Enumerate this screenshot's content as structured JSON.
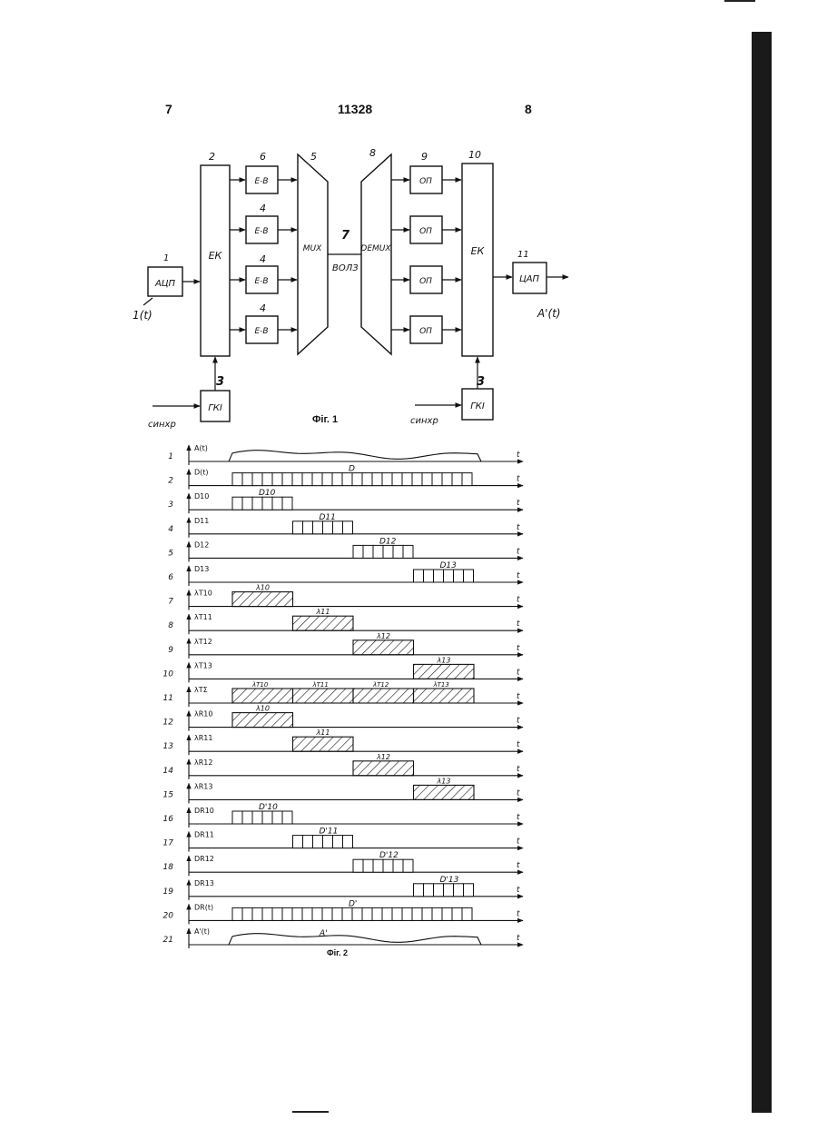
{
  "header": {
    "left_page": "7",
    "patent_no": "11328",
    "right_page": "8"
  },
  "fig1": {
    "caption": "Фіг. 1",
    "input_signal": "1(t)",
    "output_signal": "A'(t)",
    "sync_left": "синхр",
    "sync_right": "синхр",
    "blocks": {
      "adc": {
        "num": "1",
        "label": "АЦП"
      },
      "encoder": {
        "num": "2",
        "label": "ЕК"
      },
      "gki_left": {
        "num": "3",
        "label": "ГКІ"
      },
      "ev": [
        {
          "num": "6",
          "label": "Е-В"
        },
        {
          "num": "4",
          "label": "Е-В"
        },
        {
          "num": "4",
          "label": "Е-В"
        },
        {
          "num": "4",
          "label": "Е-В"
        }
      ],
      "mux": {
        "num": "5",
        "label": "MUX"
      },
      "channel": {
        "num": "7",
        "label": "ВОЛЗ"
      },
      "demux": {
        "num": "8",
        "label": "DEMUX"
      },
      "op": [
        {
          "num": "9",
          "label": "ОП"
        },
        {
          "num": "",
          "label": "ОП"
        },
        {
          "num": "",
          "label": "ОП"
        },
        {
          "num": "",
          "label": "ОП"
        }
      ],
      "decoder": {
        "num": "10",
        "label": "ЕК"
      },
      "dac": {
        "num": "11",
        "label": "ЦАП"
      },
      "gki_right": {
        "num": "3",
        "label": "ГКІ"
      }
    }
  },
  "fig2": {
    "caption": "Фіг. 2",
    "axis_label": "t",
    "rows": [
      {
        "num": "1",
        "label": "A(t)",
        "kind": "wave",
        "mark": ""
      },
      {
        "num": "2",
        "label": "D(t)",
        "kind": "cells",
        "mark": "D"
      },
      {
        "num": "3",
        "label": "D10",
        "kind": "cells",
        "mark": "D10"
      },
      {
        "num": "4",
        "label": "D11",
        "kind": "cells",
        "mark": "D11"
      },
      {
        "num": "5",
        "label": "D12",
        "kind": "cells",
        "mark": "D12"
      },
      {
        "num": "6",
        "label": "D13",
        "kind": "cells",
        "mark": "D13"
      },
      {
        "num": "7",
        "label": "λT10",
        "kind": "hatch",
        "mark": "λ10"
      },
      {
        "num": "8",
        "label": "λT11",
        "kind": "hatch",
        "mark": "λ11"
      },
      {
        "num": "9",
        "label": "λT12",
        "kind": "hatch",
        "mark": "λ12"
      },
      {
        "num": "10",
        "label": "λT13",
        "kind": "hatch",
        "mark": "λ13"
      },
      {
        "num": "11",
        "label": "λTΣ",
        "kind": "hatchall",
        "marks": [
          "λT10",
          "λT11",
          "λT12",
          "λT13"
        ]
      },
      {
        "num": "12",
        "label": "λR10",
        "kind": "hatch",
        "mark": "λ10"
      },
      {
        "num": "13",
        "label": "λR11",
        "kind": "hatch",
        "mark": "λ11"
      },
      {
        "num": "14",
        "label": "λR12",
        "kind": "hatch",
        "mark": "λ12"
      },
      {
        "num": "15",
        "label": "λR13",
        "kind": "hatch",
        "mark": "λ13"
      },
      {
        "num": "16",
        "label": "DR10",
        "kind": "cells",
        "mark": "D'10"
      },
      {
        "num": "17",
        "label": "DR11",
        "kind": "cells",
        "mark": "D'11"
      },
      {
        "num": "18",
        "label": "DR12",
        "kind": "cells",
        "mark": "D'12"
      },
      {
        "num": "19",
        "label": "DR13",
        "kind": "cells",
        "mark": "D'13"
      },
      {
        "num": "20",
        "label": "DR(t)",
        "kind": "cells",
        "mark": "D'"
      },
      {
        "num": "21",
        "label": "A'(t)",
        "kind": "wave",
        "mark": "A'"
      }
    ]
  }
}
